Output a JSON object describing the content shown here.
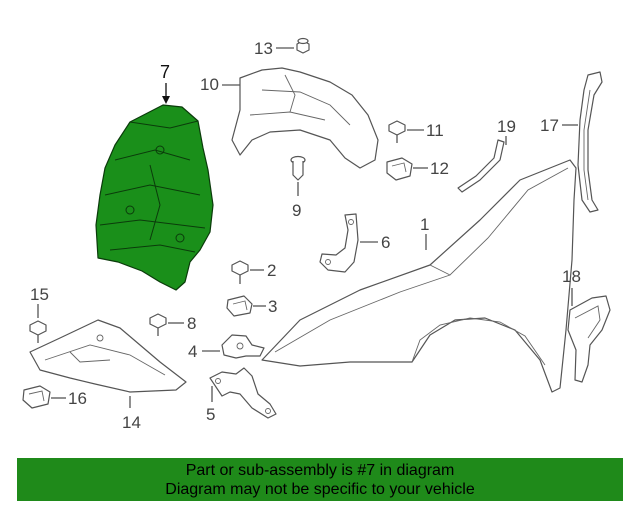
{
  "diagram": {
    "highlight_color": "#1a8f1a",
    "callouts": [
      {
        "id": "7",
        "text": "7",
        "highlighted": true
      },
      {
        "id": "13",
        "text": "13"
      },
      {
        "id": "10",
        "text": "10"
      },
      {
        "id": "11",
        "text": "11"
      },
      {
        "id": "12",
        "text": "12"
      },
      {
        "id": "9",
        "text": "9"
      },
      {
        "id": "19",
        "text": "19"
      },
      {
        "id": "17",
        "text": "17"
      },
      {
        "id": "1",
        "text": "1"
      },
      {
        "id": "6",
        "text": "6"
      },
      {
        "id": "2",
        "text": "2"
      },
      {
        "id": "3",
        "text": "3"
      },
      {
        "id": "8",
        "text": "8"
      },
      {
        "id": "4",
        "text": "4"
      },
      {
        "id": "5",
        "text": "5"
      },
      {
        "id": "15",
        "text": "15"
      },
      {
        "id": "16",
        "text": "16"
      },
      {
        "id": "14",
        "text": "14"
      },
      {
        "id": "18",
        "text": "18"
      }
    ]
  },
  "banner": {
    "line1": "Part or sub-assembly is #7 in diagram",
    "line2": "Diagram may not be specific to your vehicle",
    "background": "#1f8a1a"
  }
}
